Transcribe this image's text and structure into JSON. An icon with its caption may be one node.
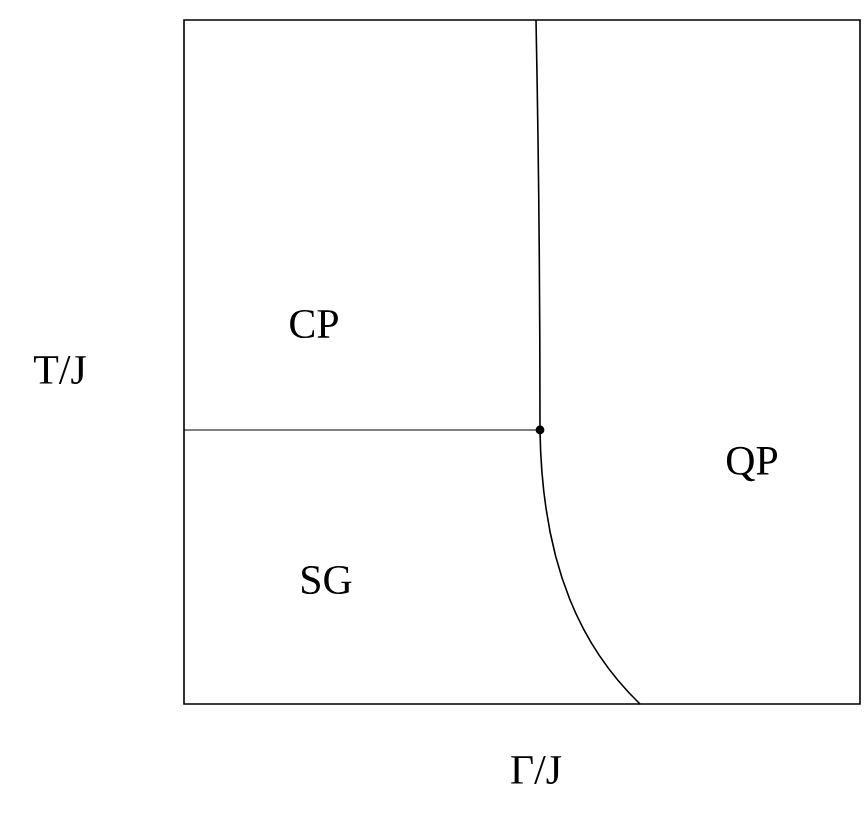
{
  "diagram": {
    "labels": [
      "T/J",
      "CP",
      "QP",
      "SG",
      "Γ/J"
    ]
  }
}
